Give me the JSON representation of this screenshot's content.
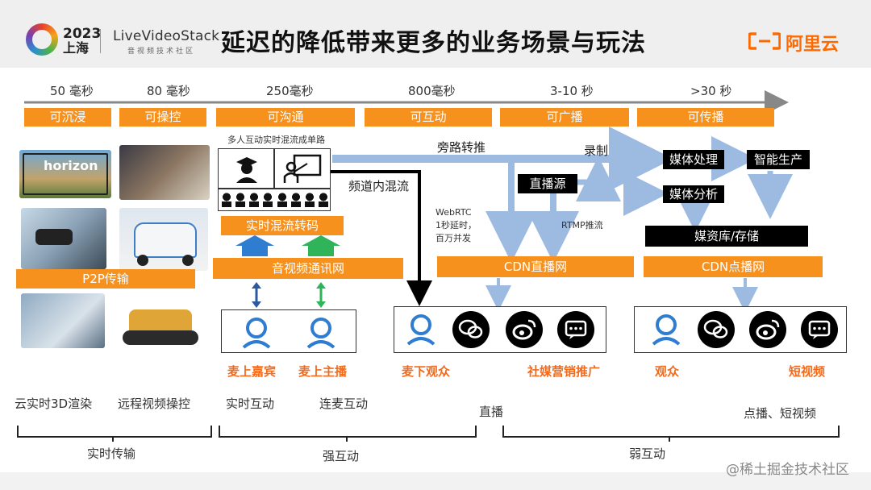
{
  "header": {
    "conf_year": "2023",
    "conf_city": "上海",
    "brand_name": "LiveVideoStack",
    "brand_sub": "音视频技术社区",
    "title": "延迟的降低带来更多的业务场景与玩法",
    "vendor": "阿里云"
  },
  "latency": [
    {
      "time": "50 毫秒",
      "label": "可沉浸"
    },
    {
      "time": "80 毫秒",
      "label": "可操控"
    },
    {
      "time": "250毫秒",
      "label": "可沟通"
    },
    {
      "time": "800毫秒",
      "label": "可互动"
    },
    {
      "time": "3-10 秒",
      "label": "可广播"
    },
    {
      "time": ">30 秒",
      "label": "可传播"
    }
  ],
  "left": {
    "p2p": "P2P传输",
    "bottom_labels": [
      "云实时3D渲染",
      "远程视频操控"
    ],
    "group": "实时传输",
    "photo_captions": {
      "horizon": "horizon"
    }
  },
  "middle": {
    "mix_note": "多人互动实时混流成单路",
    "transcode": "实时混流转码",
    "av_network": "音视频通讯网",
    "in_channel_mix": "频道内混流",
    "guest": "麦上嘉宾",
    "host": "麦上主播",
    "bottom_labels": [
      "实时互动",
      "连麦互动"
    ],
    "group": "强互动"
  },
  "right": {
    "bypass": "旁路转推",
    "record": "录制",
    "live_source": "直播源",
    "webrtc_note": [
      "WebRTC",
      "1秒延时，",
      "百万并发"
    ],
    "rtmp": "RTMP推流",
    "cdn_live": "CDN直播网",
    "media_process": "媒体处理",
    "smart_produce": "智能生产",
    "media_analysis": "媒体分析",
    "media_store": "媒资库/存储",
    "cdn_vod": "CDN点播网",
    "offmic": "麦下观众",
    "social": "社媒营销推广",
    "audience": "观众",
    "short_video": "短视频",
    "live": "直播",
    "vod": "点播、短视频",
    "group": "弱互动"
  },
  "watermark": "@稀土掘金技术社区",
  "colors": {
    "orange": "#f6911e",
    "orange_text": "#f26b1d",
    "blue_arrow": "#9dbbe0",
    "timeline": "#888888",
    "aliyun": "#ff6a00"
  }
}
